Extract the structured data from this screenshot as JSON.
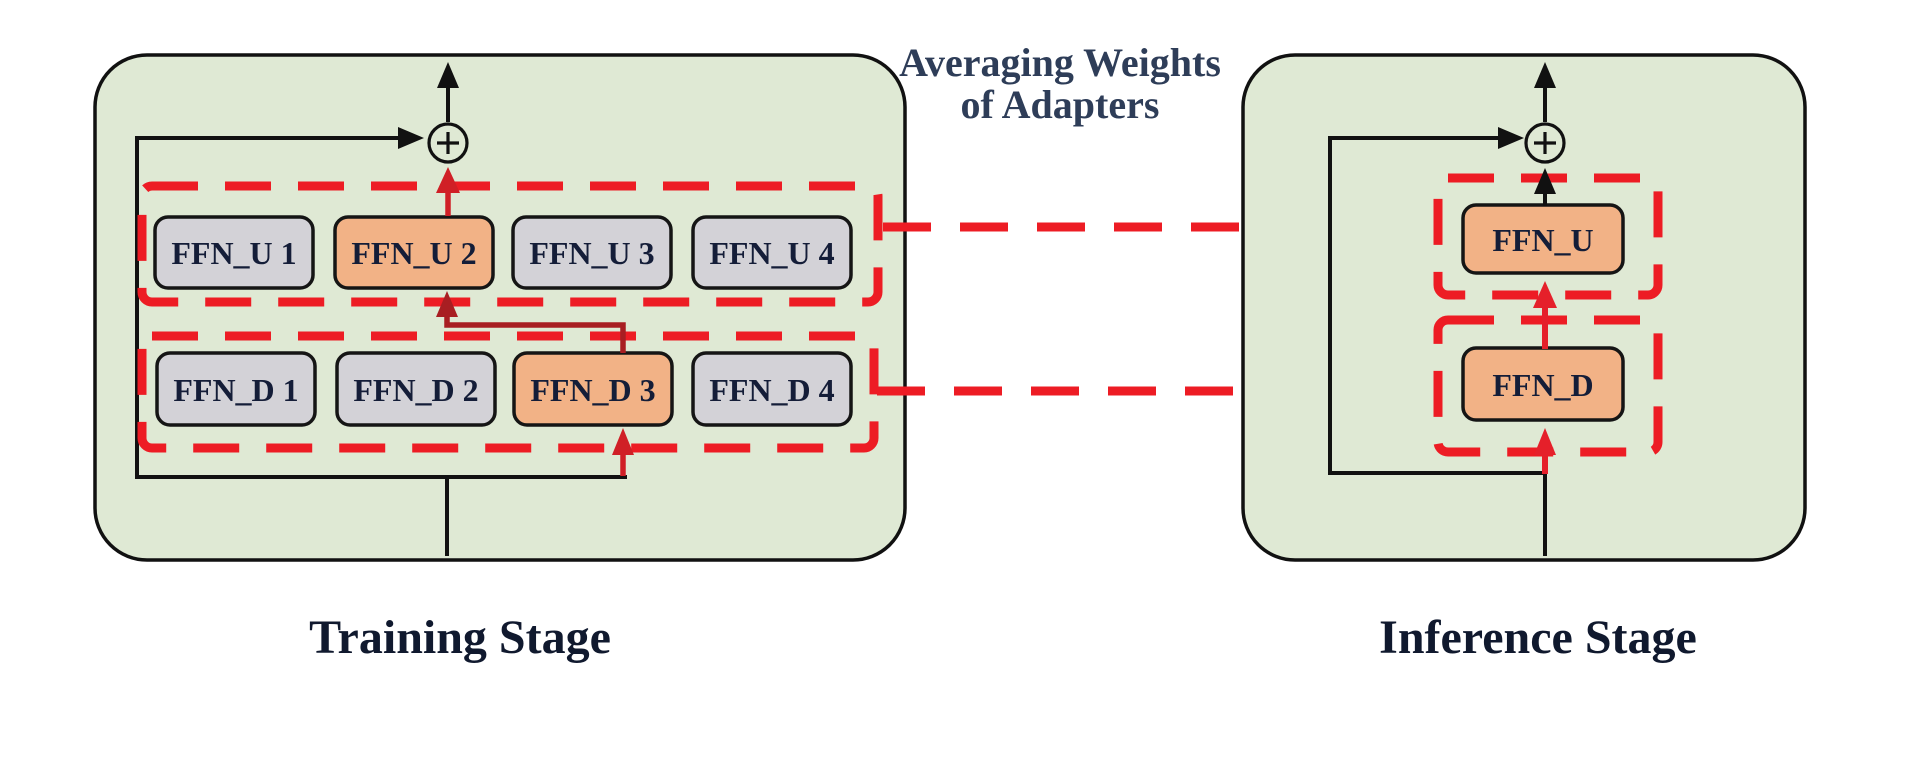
{
  "page": {
    "background": "#ffffff"
  },
  "colors": {
    "background": "#ffffff",
    "container_fill": "#dfe9d4",
    "container_border": "#111111",
    "box_gray": "#d3d2d7",
    "box_orange": "#f2b286",
    "box_border": "#151515",
    "label_text": "#141d38",
    "caption_text": "#10192e",
    "heading_text": "#2e3d58",
    "red_dash": "#ed1c24",
    "red_arrow": "#d01f26",
    "red_dark": "#a81e22",
    "red_bright": "#e5202a",
    "black_line": "#111111",
    "sum_circle_fill": "#ecf2e4"
  },
  "heading": {
    "line1": "Averaging Weights",
    "line2": "of Adapters"
  },
  "training": {
    "caption": "Training Stage",
    "adapters_up": [
      {
        "label": "FFN_U 1",
        "variant": "frozen"
      },
      {
        "label": "FFN_U 2",
        "variant": "active"
      },
      {
        "label": "FFN_U 3",
        "variant": "frozen"
      },
      {
        "label": "FFN_U 4",
        "variant": "frozen"
      }
    ],
    "adapters_down": [
      {
        "label": "FFN_D 1",
        "variant": "frozen"
      },
      {
        "label": "FFN_D 2",
        "variant": "frozen"
      },
      {
        "label": "FFN_D 3",
        "variant": "active"
      },
      {
        "label": "FFN_D 4",
        "variant": "frozen"
      }
    ]
  },
  "inference": {
    "caption": "Inference Stage",
    "adapter_up_label": "FFN_U",
    "adapter_down_label": "FFN_D"
  },
  "icons": {
    "sum_left": "plus-circle",
    "sum_right": "plus-circle"
  }
}
